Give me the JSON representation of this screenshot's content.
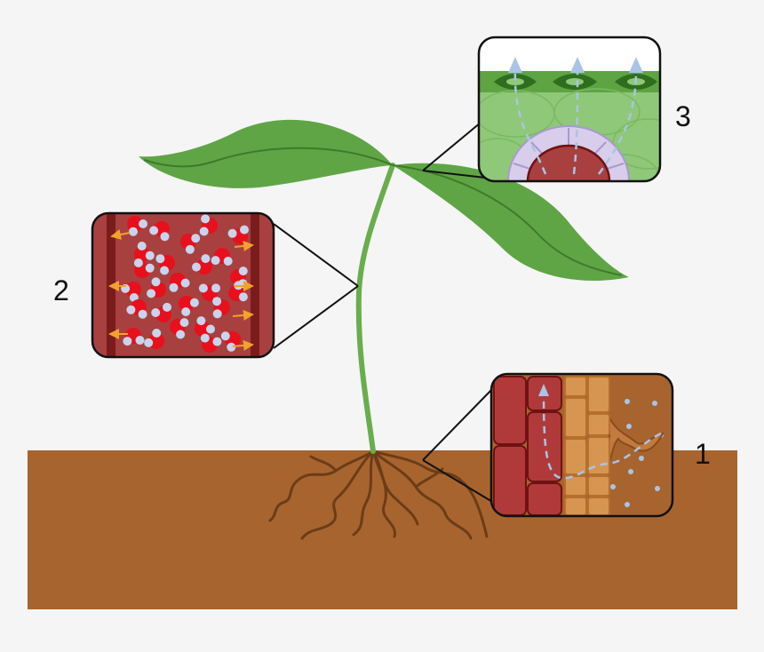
{
  "diagram": {
    "callouts": [
      {
        "number": "1",
        "subject": "root-water-absorption"
      },
      {
        "number": "2",
        "subject": "xylem-water-transport"
      },
      {
        "number": "3",
        "subject": "leaf-transpiration"
      }
    ]
  },
  "colors": {
    "background": "#f5f5f5",
    "soil": "#a8642f",
    "stem": "#69ad4c",
    "leaf": "#5fa545",
    "leaf_vein": "#3f7a2c",
    "root": "#6b3d17",
    "xylem_wall": "#7a1c1c",
    "xylem_fill": "#a84040",
    "water_oxygen": "#e8101c",
    "water_hydrogen": "#c8d4ec",
    "flow_arrow": "#f2a22c",
    "water_path": "#a9c4e6",
    "leaf_cell": "#8fc878",
    "stoma_layer": "#5ea442",
    "vascular_ring": "#d8cdeb"
  }
}
